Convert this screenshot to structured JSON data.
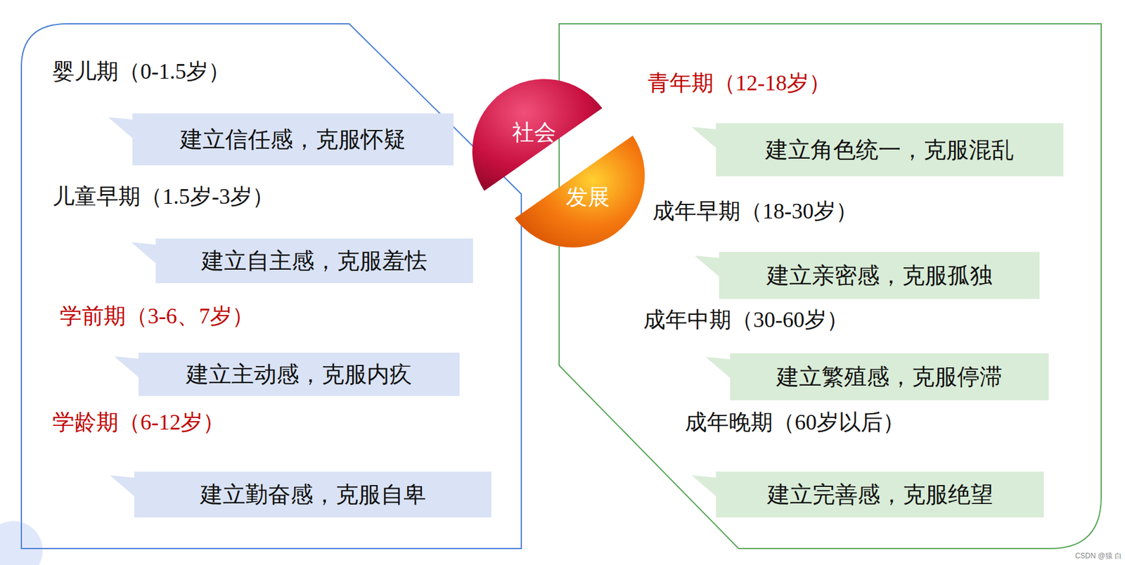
{
  "diagram": {
    "nodes": [
      {
        "text": [
          "婴儿期（0-1.5岁）",
          "建立信任感，克服怀疑"
        ]
      },
      {
        "text": [
          "儿童早期（1.5岁-3岁）",
          "建立自主感，克服羞怯"
        ]
      },
      {
        "text": [
          "学前期（3-6、7岁）",
          "建立主动感，克服内疚"
        ]
      },
      {
        "text": [
          "学龄期（6-12岁）",
          "建立勤奋感，克服自卑"
        ]
      },
      {
        "text": [
          "社会"
        ]
      },
      {
        "text": [
          "发展"
        ]
      },
      {
        "text": [
          "青年期（12-18岁）",
          "建立角色统一，克服混乱"
        ]
      },
      {
        "text": [
          "成年早期（18-30岁）",
          "建立亲密感，克服孤独"
        ]
      },
      {
        "text": [
          "成年中期（30-60岁）",
          "建立繁殖感，克服停滞"
        ]
      },
      {
        "text": [
          "成年晚期（60岁以后）",
          "建立完善感，克服绝望"
        ]
      }
    ],
    "labels": [
      "CSDN @猿 白"
    ]
  }
}
